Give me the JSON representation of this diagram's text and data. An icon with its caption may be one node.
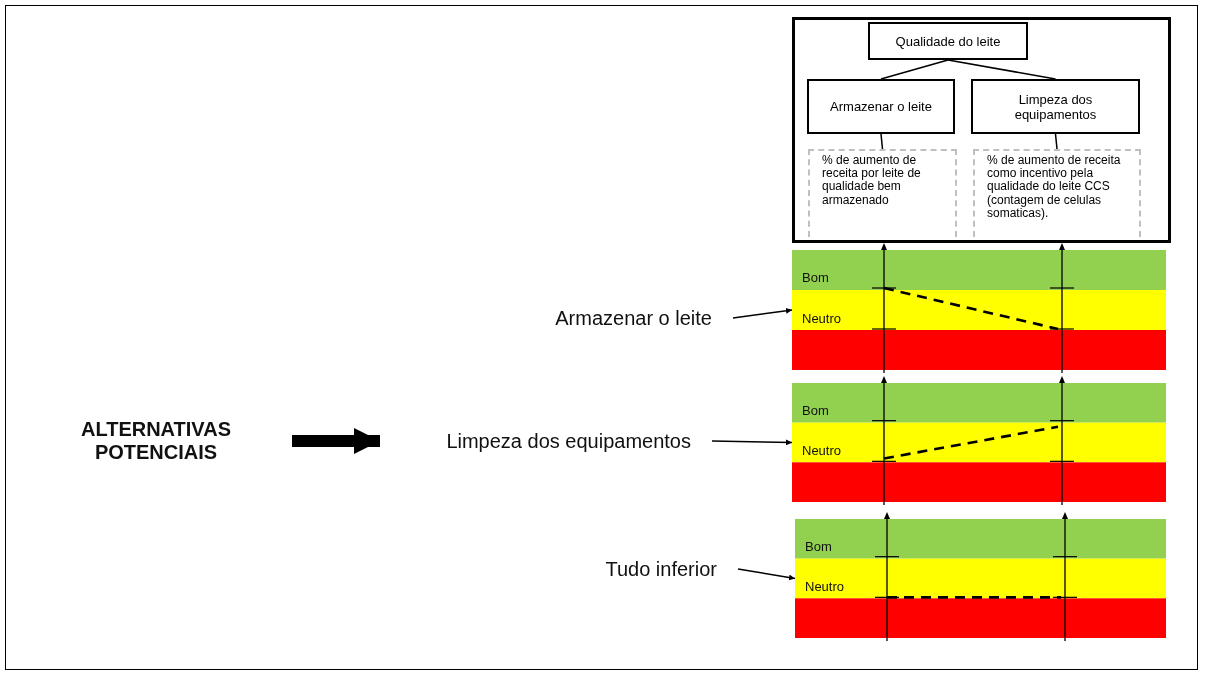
{
  "diagram": {
    "nodes": [
      {
        "text": [
          "Qualidade do leite"
        ]
      },
      {
        "text": [
          "Armazenar o leite"
        ]
      },
      {
        "text": [
          "Limpeza dos equipamentos"
        ]
      },
      {
        "text": [
          "% de aumento de receita por leite de qualidade bem armazenado"
        ]
      },
      {
        "text": [
          "% de aumento de receita como incentivo pela qualidade do leite CCS (contagem de celulas somaticas)."
        ]
      },
      {
        "text": [
          "ALTERNATIVAS POTENCIAIS"
        ]
      },
      {
        "text": [
          "Armazenar o leite"
        ]
      },
      {
        "text": [
          "Limpeza dos equipamentos"
        ]
      },
      {
        "text": [
          "Tudo inferior"
        ]
      },
      {
        "text": [
          "Bom",
          "Neutro"
        ]
      },
      {
        "text": [
          "Bom",
          "Neutro"
        ]
      },
      {
        "text": [
          "Bom",
          "Neutro"
        ]
      }
    ],
    "edges": [
      {
        "from": 0,
        "to": 1,
        "arrow": "none"
      },
      {
        "from": 0,
        "to": 2,
        "arrow": "none"
      },
      {
        "from": 1,
        "to": 3,
        "arrow": "none"
      },
      {
        "from": 2,
        "to": 4,
        "arrow": "none"
      },
      {
        "from": 5,
        "to": 7,
        "arrow": "to",
        "style": "thick"
      },
      {
        "from": 6,
        "to": 9,
        "arrow": "to"
      },
      {
        "from": 7,
        "to": 10,
        "arrow": "to"
      },
      {
        "from": 8,
        "to": 11,
        "arrow": "to"
      }
    ]
  }
}
